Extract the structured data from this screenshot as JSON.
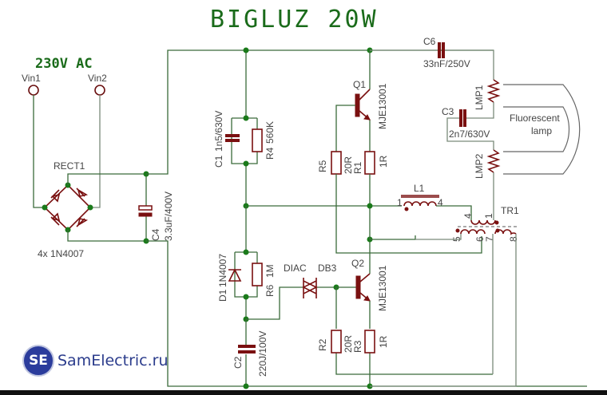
{
  "title": "BIGLUZ 20W",
  "input_label": "230V AC",
  "terminals": {
    "vin1": "Vin1",
    "vin2": "Vin2"
  },
  "components": {
    "rect1": {
      "ref": "RECT1",
      "value": "4x 1N4007"
    },
    "c4": {
      "ref": "C4",
      "value": "3.3uF/400V"
    },
    "c1": {
      "ref": "C1",
      "value": "1n5/630V"
    },
    "r4": {
      "ref": "R4",
      "value": "560K"
    },
    "q1": {
      "ref": "Q1",
      "value": "MJE13001"
    },
    "r5": {
      "ref": "R5",
      "value": "20R"
    },
    "r1": {
      "ref": "R1",
      "value": "1R"
    },
    "c6": {
      "ref": "C6",
      "value": "33nF/250V"
    },
    "c3": {
      "ref": "C3",
      "value": "2n7/630V"
    },
    "lmp1": {
      "ref": "LMP1"
    },
    "lmp2": {
      "ref": "LMP2"
    },
    "lamp": {
      "line1": "Fluorescent",
      "line2": "lamp"
    },
    "l1": {
      "ref": "L1",
      "pin_a": "1",
      "pin_b": "4"
    },
    "tr1": {
      "ref": "TR1",
      "pins": [
        "4",
        "1",
        "5",
        "6",
        "7",
        "8"
      ]
    },
    "d1": {
      "ref": "D1",
      "value": "1N4007"
    },
    "r6": {
      "ref": "R6",
      "value": "1M"
    },
    "diac": {
      "ref": "DIAC",
      "value": "DB3"
    },
    "q2": {
      "ref": "Q2",
      "value": "MJE13001"
    },
    "c2": {
      "ref": "C2",
      "value": "220J/100V"
    },
    "r2": {
      "ref": "R2",
      "value": "20R"
    },
    "r3": {
      "ref": "R3",
      "value": "1R"
    }
  },
  "watermark": {
    "logo": "SE",
    "text": "SamElectric.ru"
  }
}
